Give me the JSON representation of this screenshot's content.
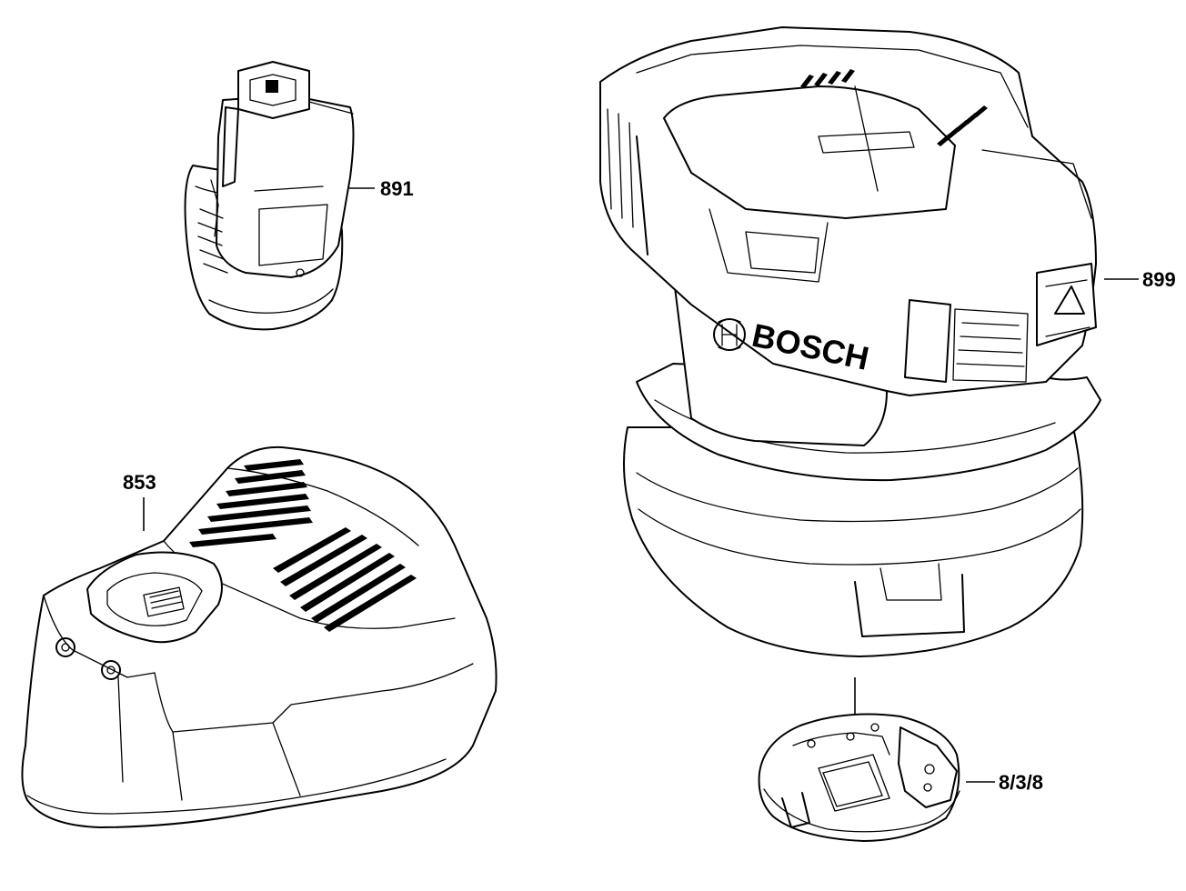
{
  "parts": {
    "battery": {
      "callout": "891",
      "icon": "battery-pack"
    },
    "charger": {
      "callout": "853",
      "icon": "battery-charger"
    },
    "laser": {
      "callout": "899",
      "brand": "BOSCH",
      "icon": "floor-laser"
    },
    "base": {
      "callout": "8/3/8",
      "icon": "mounting-plate"
    }
  },
  "colors": {
    "line": "#000000",
    "background": "#ffffff"
  }
}
